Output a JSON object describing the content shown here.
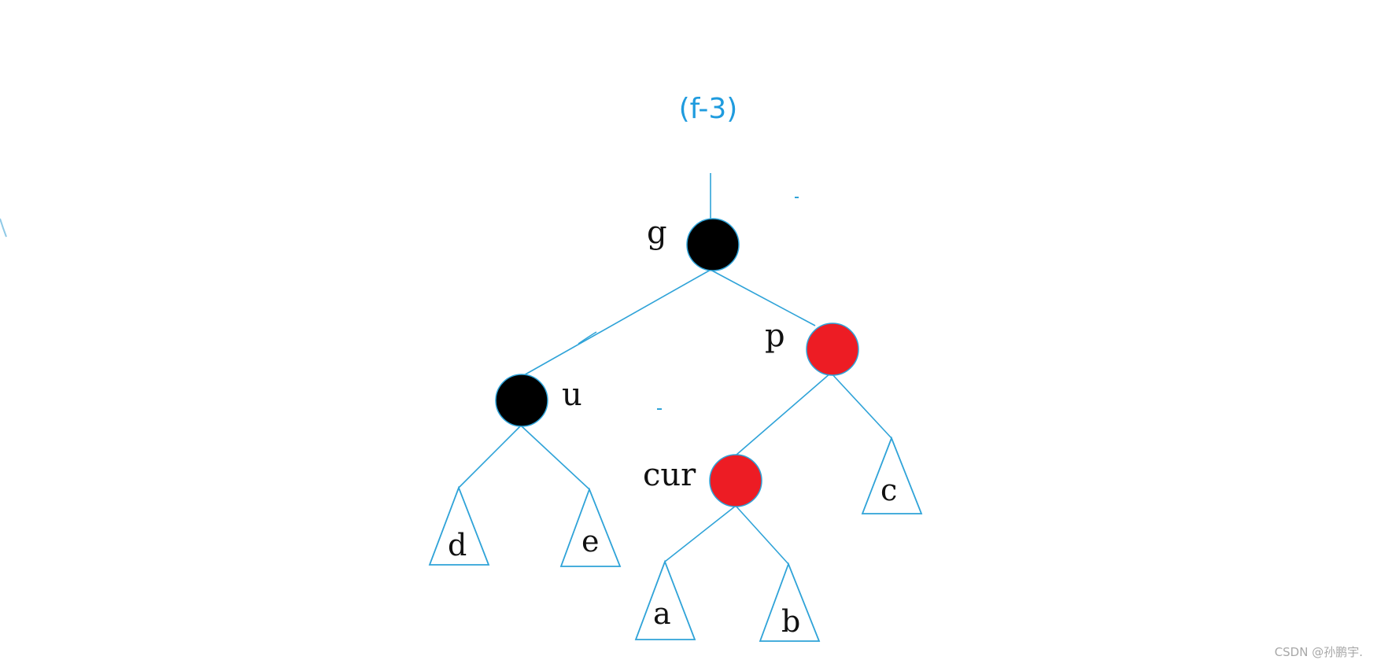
{
  "caption": "(f-3)",
  "colors": {
    "edge": "#2fa3d8",
    "black_node": "#000000",
    "red_node": "#ed1c24",
    "caption": "#1f9bde"
  },
  "nodes": {
    "g": {
      "label": "g",
      "color": "black"
    },
    "p": {
      "label": "p",
      "color": "red"
    },
    "u": {
      "label": "u",
      "color": "black"
    },
    "cur": {
      "label": "cur",
      "color": "red"
    }
  },
  "subtrees": {
    "a": "a",
    "b": "b",
    "c": "c",
    "d": "d",
    "e": "e"
  },
  "watermark": "CSDN @孙鹏宇."
}
